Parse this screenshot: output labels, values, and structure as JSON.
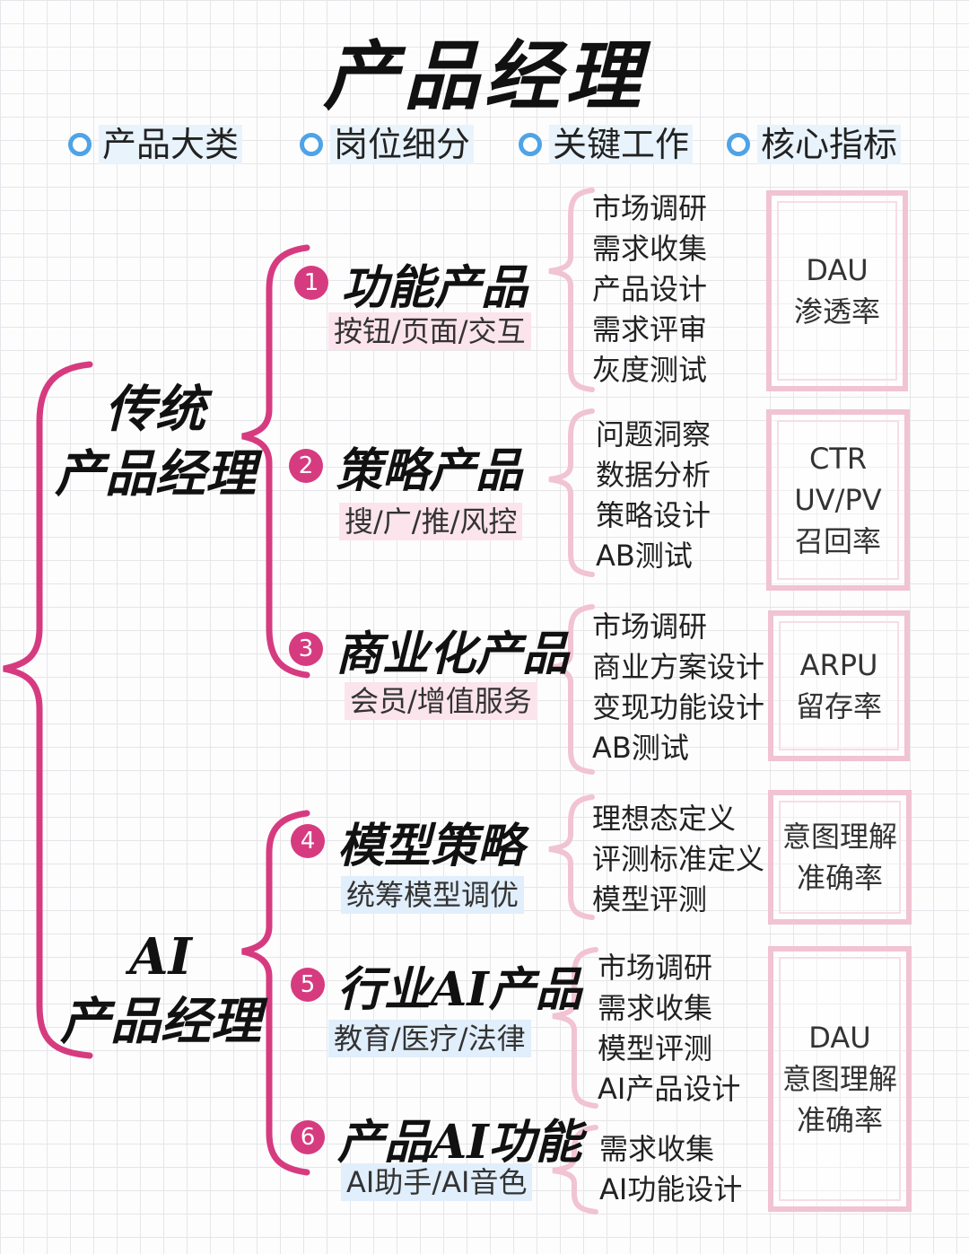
{
  "title": "产品经理",
  "headers": [
    "产品大类",
    "岗位细分",
    "关键工作",
    "核心指标"
  ],
  "categories": [
    {
      "line1": "传统",
      "line2": "产品经理"
    },
    {
      "line1": "AI",
      "line2": "产品经理"
    }
  ],
  "nodes": [
    {
      "num": "1",
      "title": "功能产品",
      "sub": "按钮/页面/交互",
      "tasks": [
        "市场调研",
        "需求收集",
        "产品设计",
        "需求评审",
        "灰度测试"
      ]
    },
    {
      "num": "2",
      "title": "策略产品",
      "sub": "搜/广/推/风控",
      "tasks": [
        "问题洞察",
        "数据分析",
        "策略设计",
        "AB测试"
      ]
    },
    {
      "num": "3",
      "title": "商业化产品",
      "sub": "会员/增值服务",
      "tasks": [
        "市场调研",
        "商业方案设计",
        "变现功能设计",
        "AB测试"
      ]
    },
    {
      "num": "4",
      "title": "模型策略",
      "sub": "统筹模型调优",
      "tasks": [
        "理想态定义",
        "评测标准定义",
        "模型评测"
      ]
    },
    {
      "num": "5",
      "title": "行业AI产品",
      "sub": "教育/医疗/法律",
      "tasks": [
        "市场调研",
        "需求收集",
        "模型评测",
        "AI产品设计"
      ]
    },
    {
      "num": "6",
      "title": "产品AI功能",
      "sub": "AI助手/AI音色",
      "tasks": [
        "需求收集",
        "AI功能设计"
      ]
    }
  ],
  "metrics": [
    [
      "DAU",
      "渗透率"
    ],
    [
      "CTR",
      "UV/PV",
      "召回率"
    ],
    [
      "ARPU",
      "留存率"
    ],
    [
      "意图理解",
      "准确率"
    ],
    [
      "DAU",
      "意图理解",
      "准确率"
    ]
  ],
  "colors": {
    "bracket_dark": "#d63b80",
    "bracket_light": "#f1c3d3",
    "header_dot": "#4fa3e6",
    "sub_pink": "#fbe4ec",
    "sub_blue": "#e1eefb"
  }
}
